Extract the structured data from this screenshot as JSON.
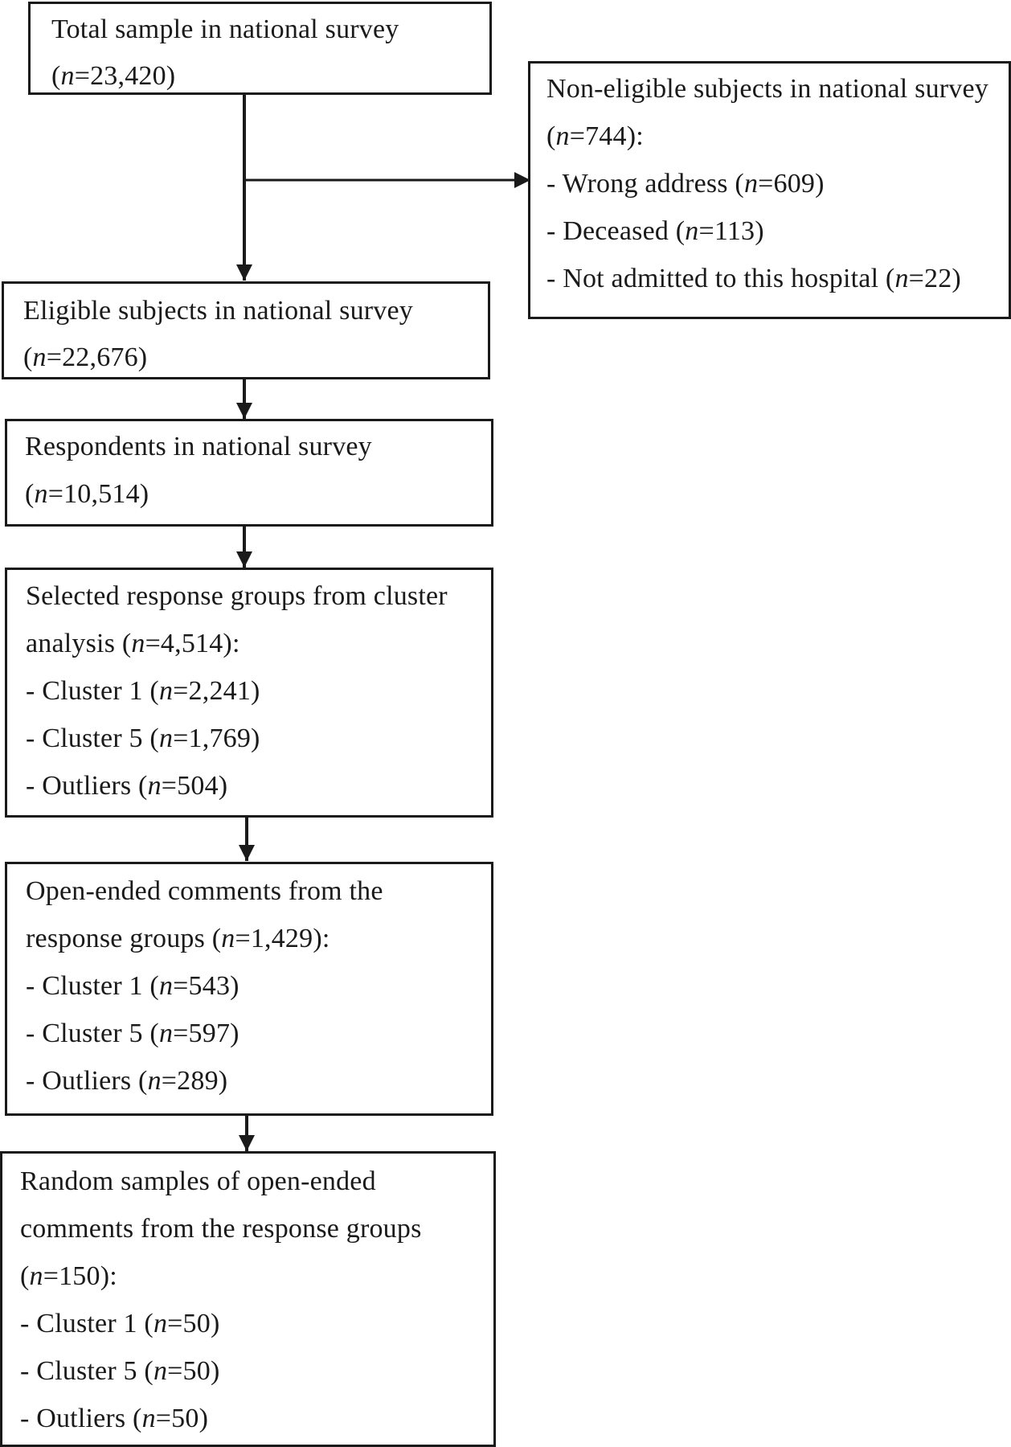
{
  "n_symbol": "n",
  "boxes": {
    "total": {
      "lines": [
        {
          "text": "Total sample in national survey"
        },
        {
          "pre": "(",
          "n": "n",
          "post": "=23,420)"
        }
      ]
    },
    "noneligible": {
      "lines": [
        {
          "text": "Non-eligible subjects in national survey"
        },
        {
          "pre": "(",
          "n": "n",
          "post": "=744):"
        },
        {
          "pre": "- Wrong address (",
          "n": "n",
          "post": "=609)"
        },
        {
          "pre": "- Deceased (",
          "n": "n",
          "post": "=113)"
        },
        {
          "pre": "- Not admitted to this hospital (",
          "n": "n",
          "post": "=22)"
        }
      ]
    },
    "eligible": {
      "lines": [
        {
          "text": "Eligible subjects in national survey"
        },
        {
          "pre": "(",
          "n": "n",
          "post": "=22,676)"
        }
      ]
    },
    "respondents": {
      "lines": [
        {
          "text": "Respondents in national survey"
        },
        {
          "pre": "(",
          "n": "n",
          "post": "=10,514)"
        }
      ]
    },
    "selected": {
      "lines": [
        {
          "text": "Selected response groups from cluster"
        },
        {
          "pre": "analysis (",
          "n": "n",
          "post": "=4,514):"
        },
        {
          "pre": "- Cluster 1 (",
          "n": "n",
          "post": "=2,241)"
        },
        {
          "pre": "- Cluster 5 (",
          "n": "n",
          "post": "=1,769)"
        },
        {
          "pre": "- Outliers (",
          "n": "n",
          "post": "=504)"
        }
      ]
    },
    "openended": {
      "lines": [
        {
          "text": "Open-ended comments from the"
        },
        {
          "pre": "response groups (",
          "n": "n",
          "post": "=1,429):"
        },
        {
          "pre": "- Cluster 1 (",
          "n": "n",
          "post": "=543)"
        },
        {
          "pre": "- Cluster 5 (",
          "n": "n",
          "post": "=597)"
        },
        {
          "pre": "- Outliers (",
          "n": "n",
          "post": "=289)"
        }
      ]
    },
    "random": {
      "lines": [
        {
          "text": "Random samples of open-ended"
        },
        {
          "text": "comments from the response groups"
        },
        {
          "pre": "(",
          "n": "n",
          "post": "=150):"
        },
        {
          "pre": "- Cluster 1 (",
          "n": "n",
          "post": "=50)"
        },
        {
          "pre": "- Cluster 5 (",
          "n": "n",
          "post": "=50)"
        },
        {
          "pre": "- Outliers (",
          "n": "n",
          "post": "=50)"
        }
      ]
    }
  }
}
